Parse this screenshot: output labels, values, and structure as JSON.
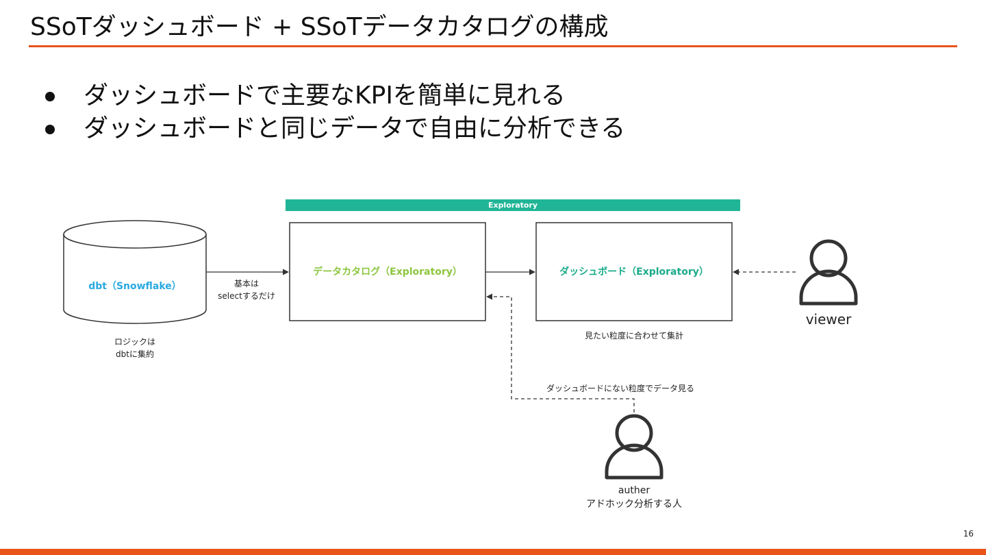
{
  "slide": {
    "title": "SSoTダッシュボード + SSoTデータカタログの構成",
    "bullets": [
      "ダッシュボードで主要なKPIを簡単に見れる",
      "ダッシュボードと同じデータで自由に分析できる"
    ],
    "page_number": "16"
  },
  "colors": {
    "accent": "#e8541a",
    "banner": "#20b596",
    "catalog_text": "#8cc63f",
    "dashboard_text": "#1aab8a",
    "dbt_text": "#29a9e0"
  },
  "diagram": {
    "banner_label": "Exploratory",
    "dbt_label": "dbt（Snowflake）",
    "dbt_caption_line1": "ロジックは",
    "dbt_caption_line2": "dbtに集約",
    "arrow1_line1": "基本は",
    "arrow1_line2": "selectするだけ",
    "catalog_label": "データカタログ（Exploratory）",
    "dashboard_label": "ダッシュボード（Exploratory）",
    "dashboard_caption": "見たい粒度に合わせて集計",
    "auther_path_label": "ダッシュボードにない粒度でデータ見る",
    "viewer_label": "viewer",
    "auther_label_line1": "auther",
    "auther_label_line2": "アドホック分析する人",
    "icons": [
      "database-cylinder-icon",
      "user-icon"
    ]
  }
}
